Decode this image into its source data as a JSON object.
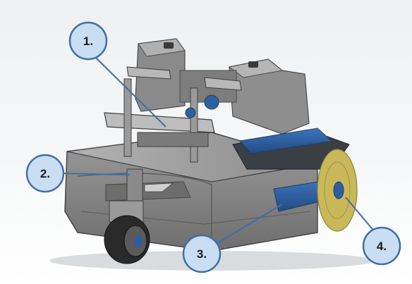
{
  "callouts": [
    {
      "label": "1."
    },
    {
      "label": "2."
    },
    {
      "label": "3."
    },
    {
      "label": "4."
    }
  ],
  "colors": {
    "body_gray": "#8c8c8c",
    "dark_gray": "#5f5f5f",
    "frame_blue": "#2f5f9e",
    "brush_yellow": "#c8b85a",
    "callout_fill": "#c9def2",
    "callout_stroke": "#3f6fa8"
  }
}
